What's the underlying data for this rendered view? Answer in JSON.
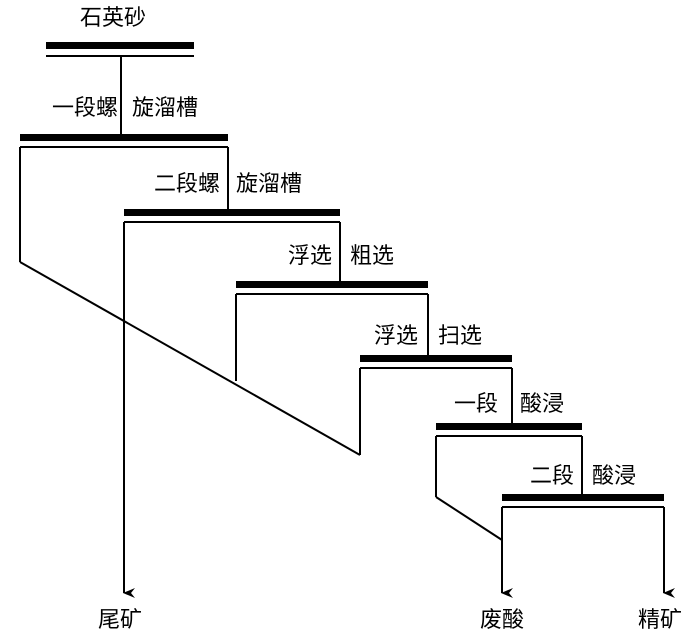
{
  "feed": "石英砂",
  "stages": [
    {
      "label_left": "一段螺",
      "label_right": "旋溜槽"
    },
    {
      "label_left": "二段螺",
      "label_right": "旋溜槽"
    },
    {
      "label_left": "浮选",
      "label_right": "粗选"
    },
    {
      "label_left": "浮选",
      "label_right": "扫选"
    },
    {
      "label_left": "一段",
      "label_right": "酸浸"
    },
    {
      "label_left": "二段",
      "label_right": "酸浸"
    }
  ],
  "outputs": {
    "tailings": "尾矿",
    "waste_acid": "废酸",
    "concentrate": "精矿"
  }
}
